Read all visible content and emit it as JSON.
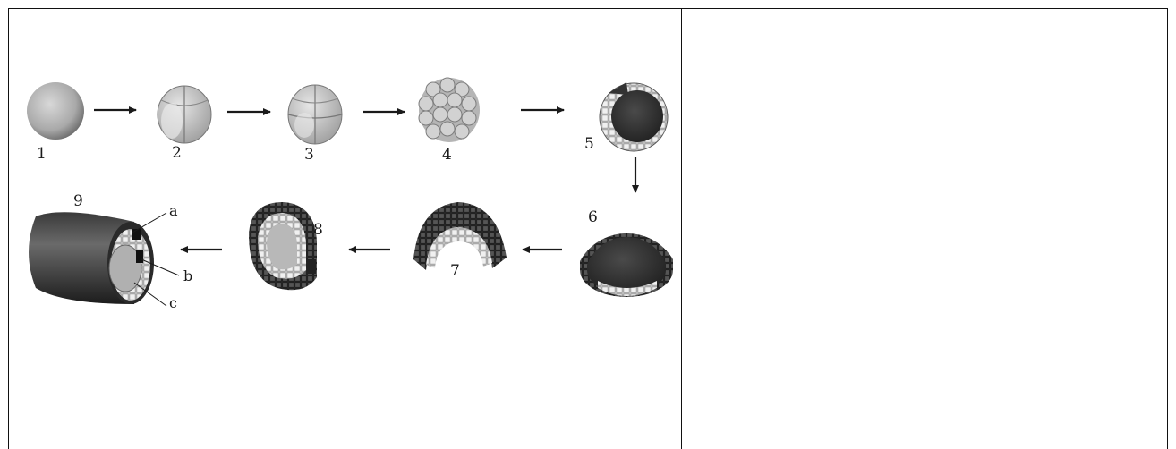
{
  "figure": {
    "stage_labels": [
      "1",
      "2",
      "3",
      "4",
      "5",
      "6",
      "7",
      "8",
      "9"
    ],
    "part_labels": [
      "a",
      "b",
      "c"
    ]
  },
  "right_cell": {
    "text": ""
  }
}
